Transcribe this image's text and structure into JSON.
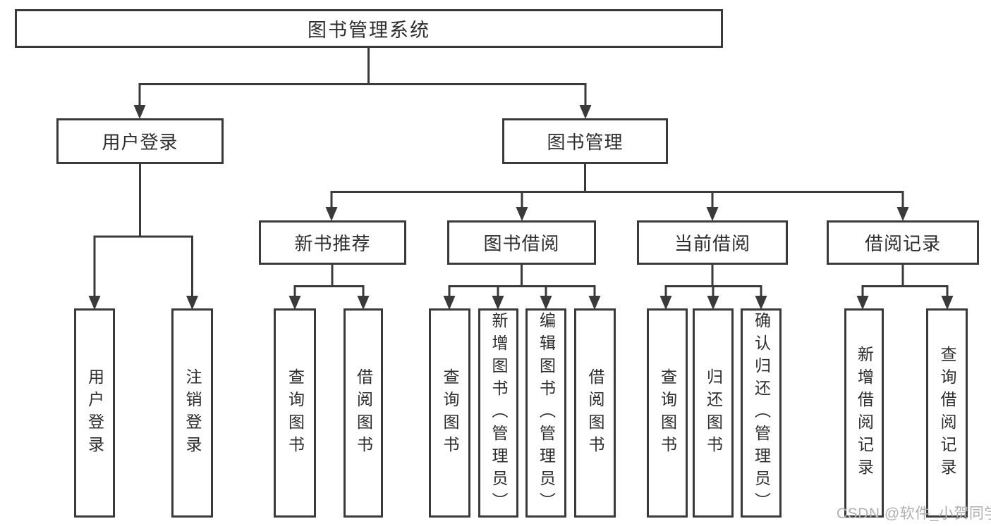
{
  "diagram": {
    "title": "图书管理系统",
    "root": {
      "label": "图书管理系统"
    },
    "level2": [
      {
        "label": "用户登录"
      },
      {
        "label": "图书管理"
      }
    ],
    "level3": [
      {
        "label": "新书推荐"
      },
      {
        "label": "图书借阅"
      },
      {
        "label": "当前借阅"
      },
      {
        "label": "借阅记录"
      }
    ],
    "leaves": [
      {
        "label": "用户登录"
      },
      {
        "label": "注销登录"
      },
      {
        "label": "查询图书"
      },
      {
        "label": "借阅图书"
      },
      {
        "label": "查询图书"
      },
      {
        "label": "新增图书（管理员）"
      },
      {
        "label": "编辑图书（管理员）"
      },
      {
        "label": "借阅图书"
      },
      {
        "label": "查询图书"
      },
      {
        "label": "归还图书"
      },
      {
        "label": "确认归还（管理员）"
      },
      {
        "label": "新增借阅记录"
      },
      {
        "label": "查询借阅记录"
      }
    ]
  },
  "watermark": {
    "text": "CSDN @软件_小贺同学"
  },
  "colors": {
    "line": "#3a3a3a",
    "text": "#2d2d2d",
    "watermark": "#b1afaf",
    "background": "#ffffff"
  }
}
